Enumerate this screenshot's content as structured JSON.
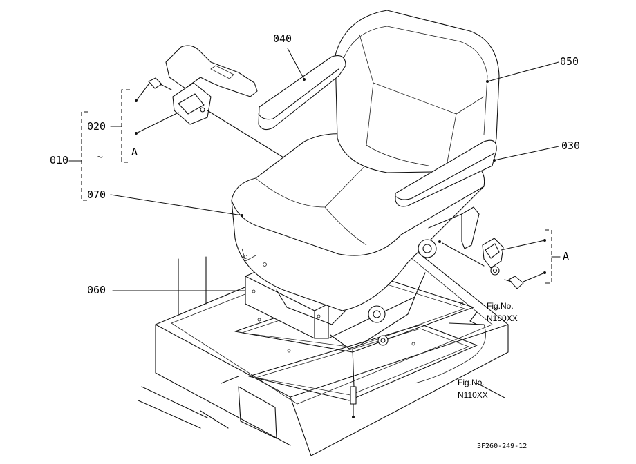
{
  "labels": {
    "p010": "010",
    "p020": "020",
    "p030": "030",
    "p040": "040",
    "p050": "050",
    "p060": "060",
    "p070": "070",
    "ref_a_left": "A",
    "ref_a_right": "A",
    "range_mark": "~"
  },
  "figure_refs": {
    "ref1_title": "Fig.No.",
    "ref1_code": "N180XX",
    "ref2_title": "Fig.No.",
    "ref2_code": "N110XX"
  },
  "drawing_code": "3F260-249-12"
}
